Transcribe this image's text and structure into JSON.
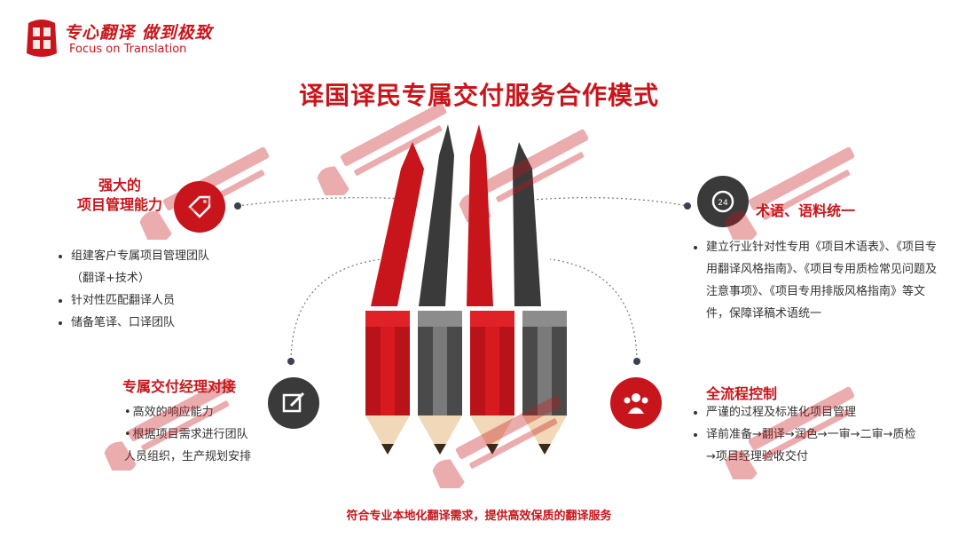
{
  "header": {
    "slogan": "专心翻译 做到极致",
    "tagline": "Focus on Translation"
  },
  "title": "译国译民专属交付服务合作模式",
  "sections": {
    "top_left": {
      "title_line1": "强大的",
      "title_line2": "项目管理能力",
      "items": [
        "组建客户专属项目管理团队（翻译+技术）",
        "针对性匹配翻译人员",
        "储备笔译、口译团队"
      ]
    },
    "bottom_left": {
      "title": "专属交付经理对接",
      "items": [
        "高效的响应能力",
        "根据项目需求进行团队人员组织，生产规划安排"
      ]
    },
    "top_right": {
      "title": "术语、语料统一",
      "items": [
        "建立行业针对性专用《项目术语表》、《项目专用翻译风格指南》、《项目专用质检常见问题及注意事项》、《项目专用排版风格指南》等文件，保障译稿术语统一"
      ]
    },
    "bottom_right": {
      "title": "全流程控制",
      "items": [
        "严谨的过程及标准化项目管理",
        "译前准备→翻译→润色→一审→二审→质检→项目经理验收交付"
      ]
    }
  },
  "icons": {
    "top_left": "price-tag-icon",
    "bottom_left": "edit-note-icon",
    "top_right": "phone-24h-icon",
    "bottom_right": "team-icon"
  },
  "footer": "符合专业本地化翻译需求，提供高效保质的翻译服务",
  "colors": {
    "brand_red": "#c8151b",
    "dark_gray": "#3a3a3a"
  }
}
